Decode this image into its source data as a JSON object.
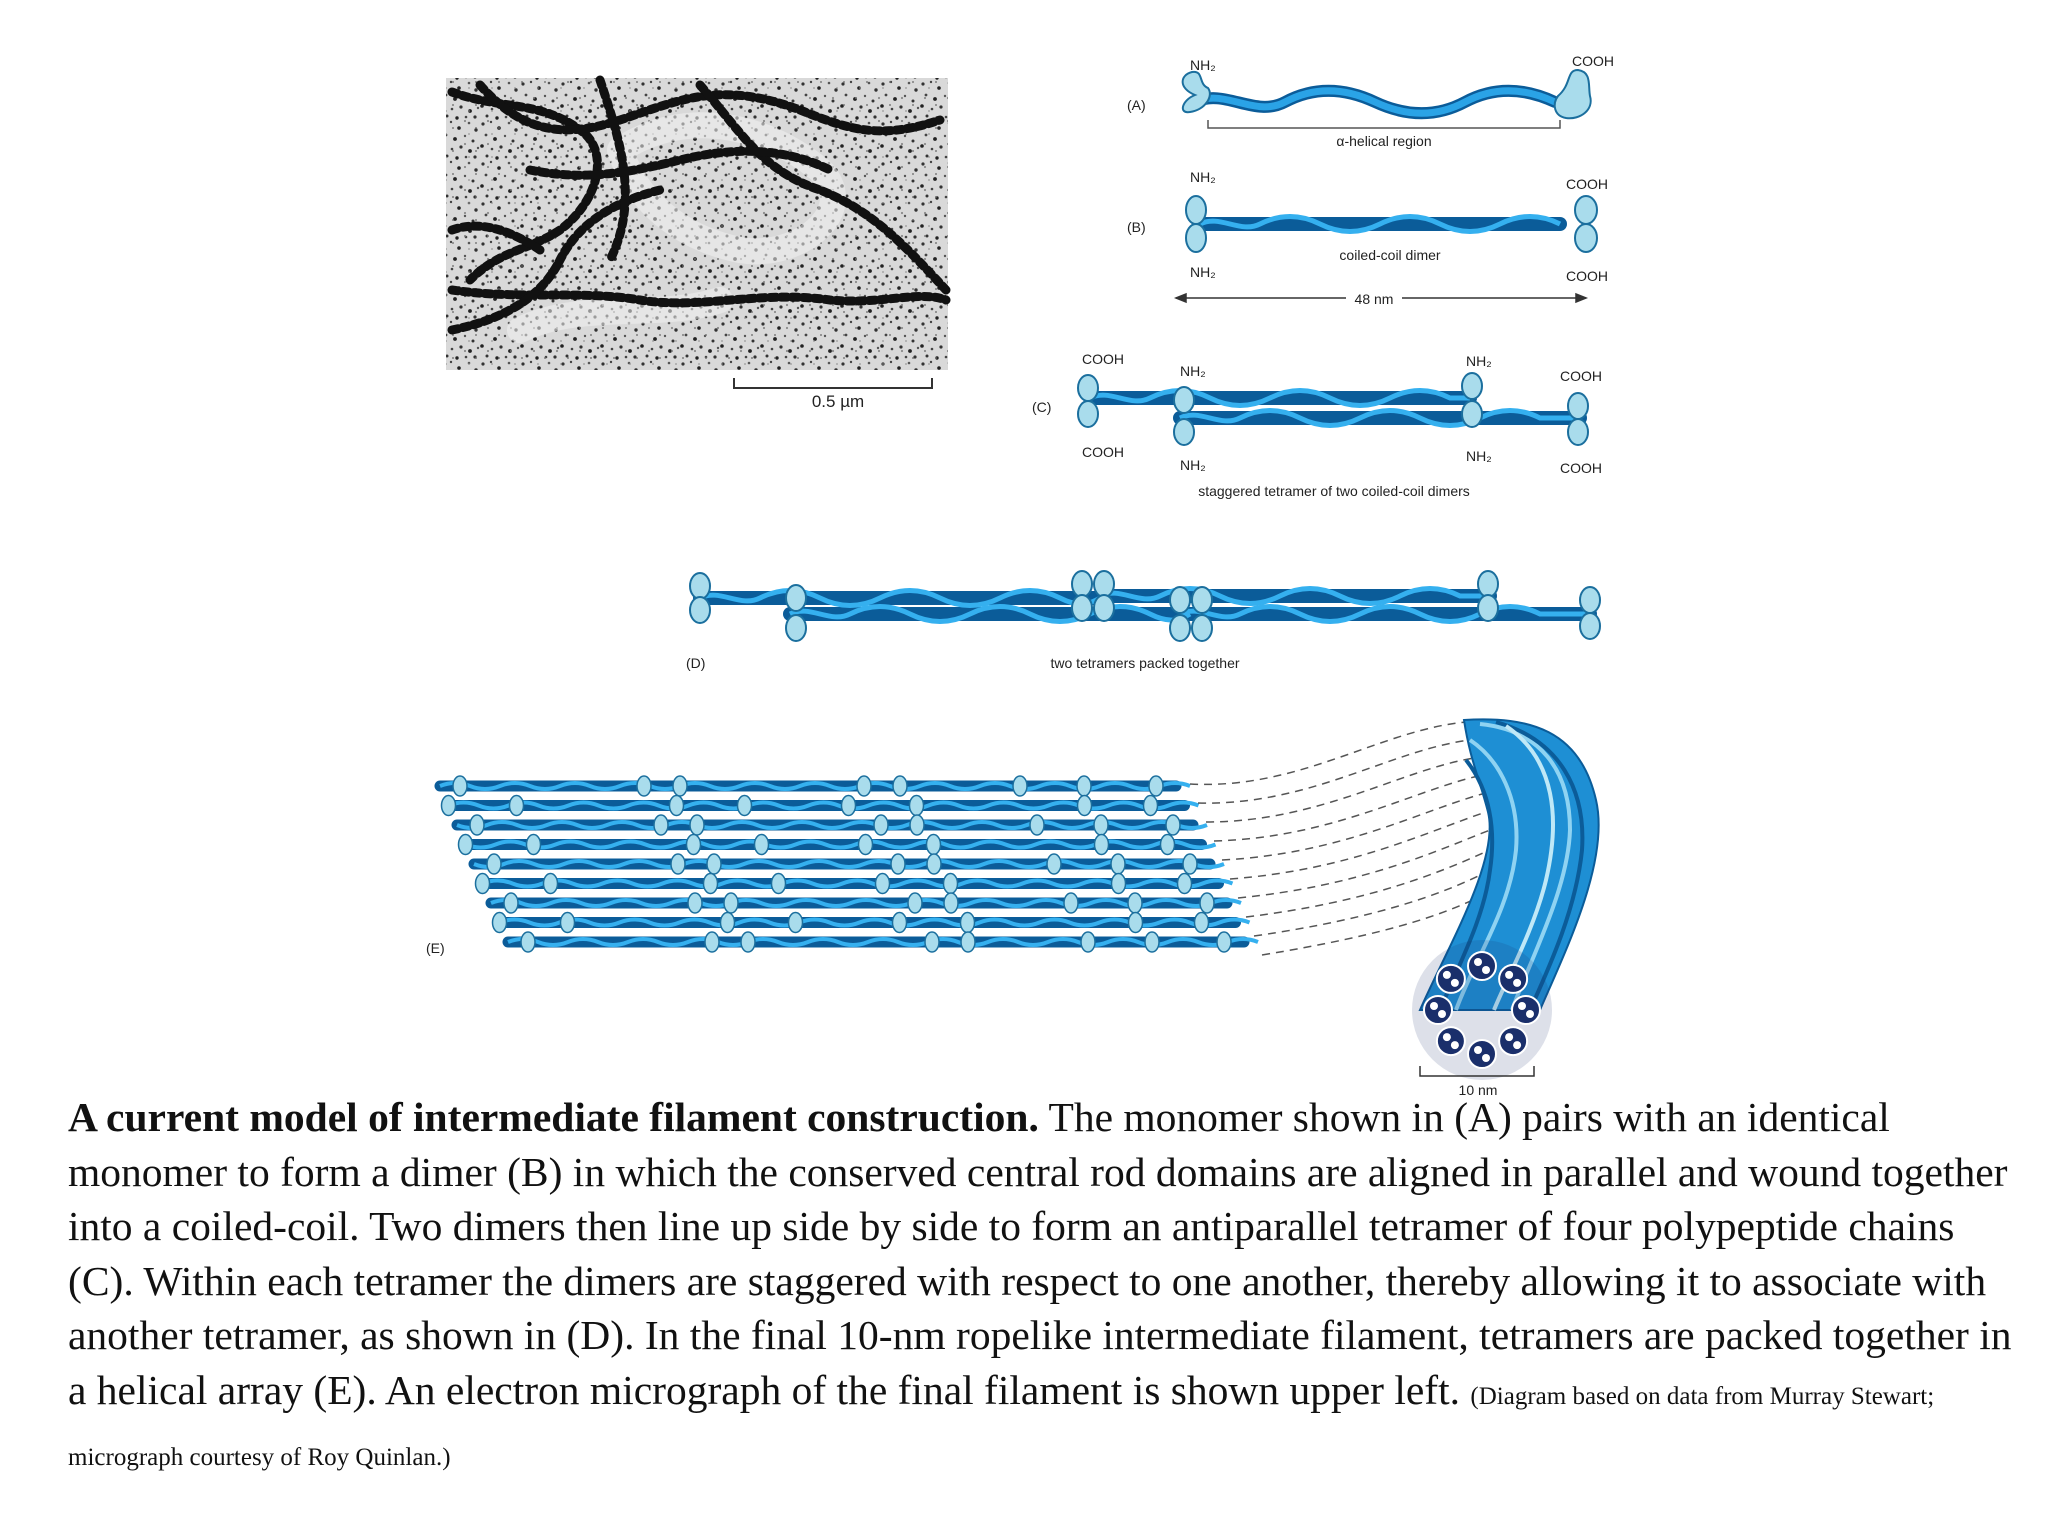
{
  "micrograph": {
    "scale_label": "0.5 µm"
  },
  "panel_a": {
    "letter": "(A)",
    "nh2": "NH₂",
    "cooh": "COOH",
    "region_label": "α-helical region"
  },
  "panel_b": {
    "letter": "(B)",
    "nh2_top": "NH₂",
    "nh2_bottom": "NH₂",
    "cooh_top": "COOH",
    "cooh_bottom": "COOH",
    "label": "coiled-coil dimer",
    "length": "48 nm"
  },
  "panel_c": {
    "letter": "(C)",
    "cooh_tl": "COOH",
    "cooh_bl": "COOH",
    "nh2_t1": "NH₂",
    "nh2_b1": "NH₂",
    "nh2_t2": "NH₂",
    "nh2_b2": "NH₂",
    "cooh_tr": "COOH",
    "cooh_br": "COOH",
    "label": "staggered tetramer of two coiled-coil dimers"
  },
  "panel_d": {
    "letter": "(D)",
    "label": "two tetramers packed together"
  },
  "panel_e": {
    "letter": "(E)",
    "scale_label": "10 nm"
  },
  "caption": {
    "bold": "A current model of intermediate filament construction.",
    "text": " The monomer shown in (A) pairs with an identical monomer to form a dimer (B) in which the conserved central rod domains are aligned in parallel and wound together into a coiled-coil. Two dimers then line up side by side to form an antiparallel tetramer of four polypeptide chains (C). Within each tetramer the dimers are staggered with respect to one another, thereby allowing it to associate with another tetramer, as shown in (D). In the final 10-nm ropelike intermediate filament, tetramers are packed together in a helical array (E). An electron micrograph of the final filament is shown upper left. ",
    "credit": "(Diagram based on data from Murray Stewart; micrograph courtesy of Roy Quinlan.)"
  },
  "colors": {
    "rod": "#1e8fd4",
    "rod_dark": "#0b5c99",
    "head": "#a9dcec",
    "head_stroke": "#1b6f9e",
    "bead": "#2b2b2b",
    "cross_section": "#1a2f6b"
  }
}
